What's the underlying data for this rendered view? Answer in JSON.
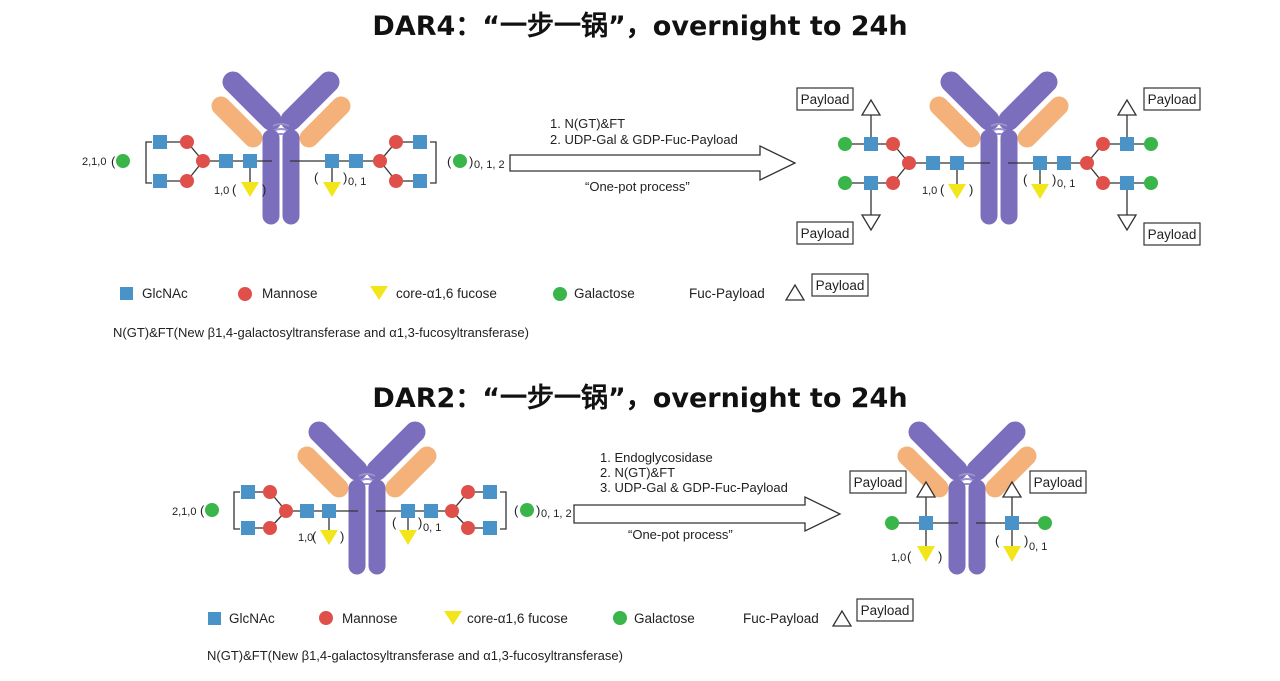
{
  "sections": [
    {
      "title": "DAR4：“一步一锅”，overnight to 24h",
      "left_count": "2,1,0",
      "right_count": "0, 1, 2",
      "fucose_count_left": "1,0",
      "fucose_count_right": "0, 1",
      "steps": [
        "1. N(GT)&FT",
        "2. UDP-Gal & GDP-Fuc-Payload"
      ],
      "process": "“One-pot process”",
      "product_fucose_left": "1,0",
      "product_fucose_right": "0, 1"
    },
    {
      "title": "DAR2：“一步一锅”，overnight to 24h",
      "left_count": "2,1,0",
      "right_count": "0, 1, 2",
      "fucose_count_left": "1,0",
      "fucose_count_right": "0, 1",
      "steps": [
        "1. Endoglycosidase",
        "2. N(GT)&FT",
        "3. UDP-Gal & GDP-Fuc-Payload"
      ],
      "process": "“One-pot process”",
      "product_fucose_left": "1,0",
      "product_fucose_right": "0, 1"
    }
  ],
  "legend": {
    "glcnac": "GlcNAc",
    "mannose": "Mannose",
    "fucose": "core-α1,6 fucose",
    "galactose": "Galactose",
    "fuc_payload": "Fuc-Payload",
    "payload": "Payload"
  },
  "footnote": "N(GT)&FT(New β1,4-galactosyltransferase and α1,3-fucosyltransferase)",
  "colors": {
    "glcnac": "#4a93c8",
    "mannose": "#e0504a",
    "fucose": "#f2e51a",
    "galactose": "#3ab54a",
    "heavy_chain": "#7b6fbd",
    "light_chain": "#f4b27a"
  }
}
